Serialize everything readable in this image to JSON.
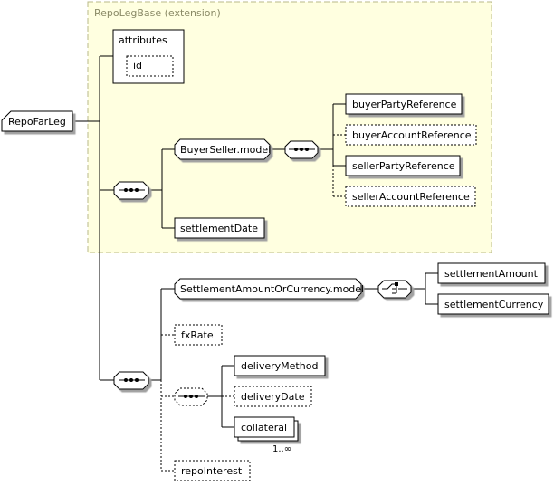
{
  "extension": {
    "label": "RepoLegBase (extension)"
  },
  "root": {
    "label": "RepoFarLeg"
  },
  "attributes": {
    "label": "attributes",
    "items": [
      "id"
    ]
  },
  "nodes": {
    "buyer_seller_model": "BuyerSeller.model",
    "buyer_party_reference": "buyerPartyReference",
    "buyer_account_reference": "buyerAccountReference",
    "seller_party_reference": "sellerPartyReference",
    "seller_account_reference": "sellerAccountReference",
    "settlement_date": "settlementDate",
    "settlement_amount_or_currency_model": "SettlementAmountOrCurrency.model",
    "settlement_amount": "settlementAmount",
    "settlement_currency": "settlementCurrency",
    "fx_rate": "fxRate",
    "delivery_method": "deliveryMethod",
    "delivery_date": "deliveryDate",
    "collateral": "collateral",
    "collateral_occurrence": "1..∞",
    "repo_interest": "repoInterest"
  },
  "colors": {
    "extension_fill": "#ffffe0",
    "extension_border": "#b8b888",
    "box_fill": "#ffffff",
    "shadow": "#a0a0a0",
    "line": "#000000"
  }
}
